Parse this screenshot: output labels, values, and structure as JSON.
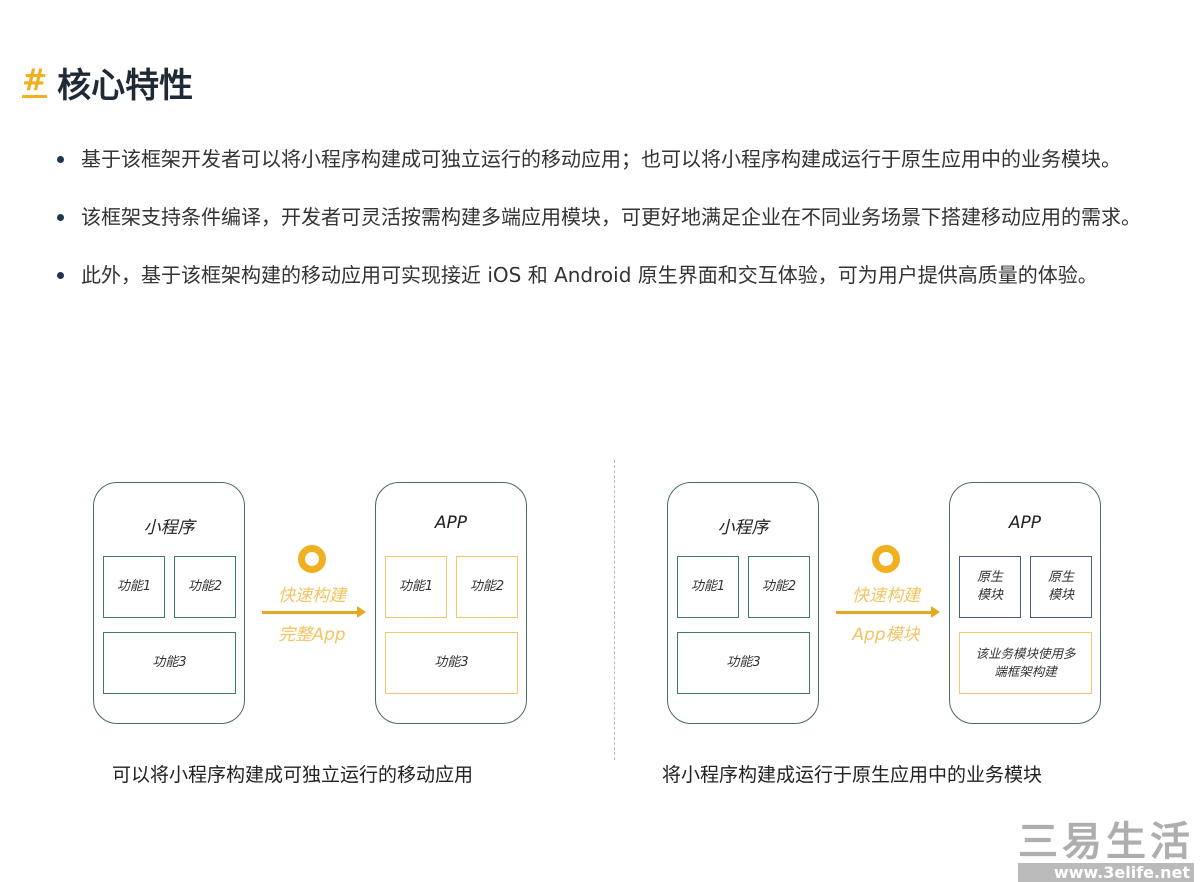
{
  "heading": {
    "hash": "#",
    "title": "核心特性"
  },
  "bullets": [
    "基于该框架开发者可以将小程序构建成可独立运行的移动应用；也可以将小程序构建成运行于原生应用中的业务模块。",
    "该框架支持条件编译，开发者可灵活按需构建多端应用模块，可更好地满足企业在不同业务场景下搭建移动应用的需求。",
    "此外，基于该框架构建的移动应用可实现接近 iOS 和 Android 原生界面和交互体验，可为用户提供高质量的体验。"
  ],
  "diagram_left": {
    "source": {
      "title": "小程序",
      "f1": "功能1",
      "f2": "功能2",
      "f3": "功能3"
    },
    "arrow": {
      "top": "快速构建",
      "bottom": "完整App"
    },
    "target": {
      "title": "APP",
      "f1": "功能1",
      "f2": "功能2",
      "f3": "功能3"
    },
    "caption": "可以将小程序构建成可独立运行的移动应用"
  },
  "diagram_right": {
    "source": {
      "title": "小程序",
      "f1": "功能1",
      "f2": "功能2",
      "f3": "功能3"
    },
    "arrow": {
      "top": "快速构建",
      "bottom": "App模块"
    },
    "target": {
      "title": "APP",
      "n1": "原生模块",
      "n2": "原生模块",
      "biz": "该业务模块使用多端框架构建"
    },
    "caption": "将小程序构建成运行于原生应用中的业务模块"
  },
  "watermark": {
    "name": "三易生活",
    "url": "www.3elife.net"
  },
  "colors": {
    "accent": "#f0b020",
    "green": "#3f7a6f",
    "dark": "#1f2a36"
  }
}
